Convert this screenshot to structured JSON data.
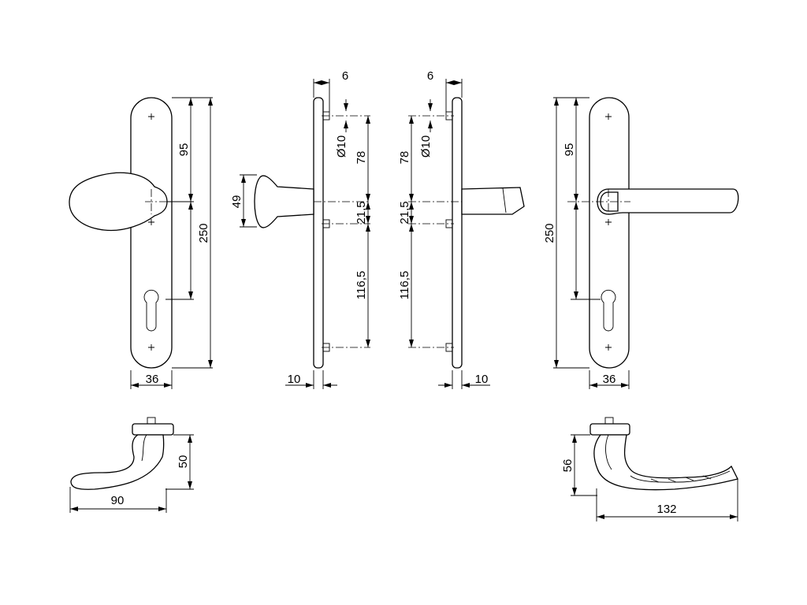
{
  "dimensions": {
    "front_left": {
      "rose_height": "250",
      "spindle_to_top": "95",
      "rose_width": "36"
    },
    "side_left": {
      "plate_offset": "6",
      "hole_diameter": "Ø10",
      "screw_spacing_top": "78",
      "knob_diameter": "49",
      "spindle_offset": "21,5",
      "screw_spacing_bottom": "116,5",
      "plate_thickness": "10"
    },
    "side_right": {
      "plate_offset": "6",
      "hole_diameter": "Ø10",
      "screw_spacing_top": "78",
      "spindle_offset": "21,5",
      "screw_spacing_bottom": "116,5",
      "plate_thickness": "10"
    },
    "front_right": {
      "rose_height": "250",
      "spindle_to_top": "95",
      "rose_width": "36"
    },
    "knob_top": {
      "height": "50",
      "length": "90"
    },
    "lever_top": {
      "height": "56",
      "length": "132"
    }
  }
}
